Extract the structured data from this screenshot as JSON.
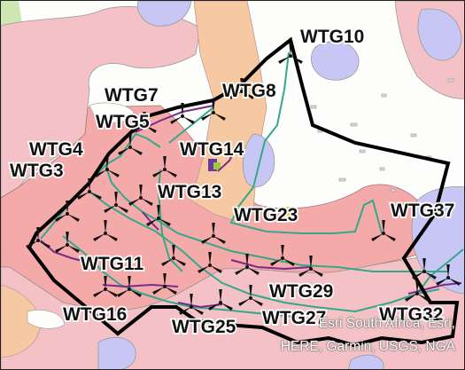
{
  "map": {
    "turbine_labels": [
      "WTG10",
      "WTG8",
      "WTG7",
      "WTG5",
      "WTG4",
      "WTG3",
      "WTG14",
      "WTG13",
      "WTG23",
      "WTG37",
      "WTG11",
      "WTG29",
      "WTG16",
      "WTG25",
      "WTG27",
      "WTG32"
    ],
    "attribution": [
      "Esri South Africa, Esri,",
      "HERE, Garmin, USGS, NGA"
    ],
    "colors": {
      "pink_area": "#f4c2c6",
      "salmon_area": "#f4aaa8",
      "lavender_area": "#c8c6f4",
      "tan_area": "#f6c9a2",
      "green_area": "#cde6b4",
      "cable_green": "#35a888",
      "cable_purple": "#7b2a8c",
      "boundary": "#000000"
    },
    "icons": [
      "wind-turbine-icon"
    ]
  }
}
